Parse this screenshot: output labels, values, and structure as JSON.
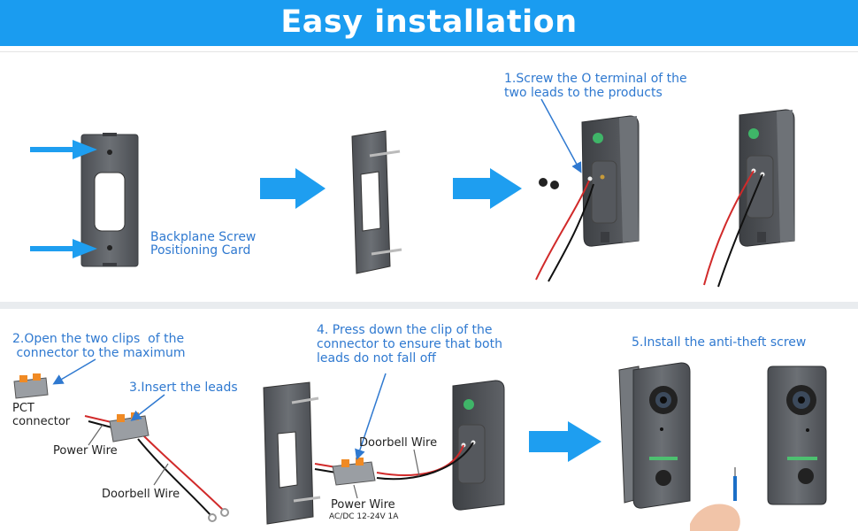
{
  "title": "Easy installation",
  "step0": {
    "label": "Backplane Screw\nPositioning Card"
  },
  "step1": {
    "caption": "1.Screw the O terminal of the\ntwo leads to the products"
  },
  "step2": {
    "caption": "2.Open the two clips  of the\n connector to the maximum",
    "connector_label": "PCT\nconnector"
  },
  "step3": {
    "caption": "3.Insert the leads",
    "power_wire": "Power Wire",
    "doorbell_wire": "Doorbell Wire"
  },
  "step4": {
    "caption": "4. Press down the clip of the\nconnector to ensure that both\nleads do not fall off",
    "doorbell_wire": "Doorbell Wire",
    "power_wire": "Power Wire",
    "power_spec": "AC/DC 12-24V 1A"
  },
  "step5": {
    "caption": "5.Install the anti-theft screw"
  },
  "colors": {
    "banner": "#1a9cf0",
    "caption": "#2f79d0",
    "arrow": "#1e9ef0",
    "device": "#5e6166"
  }
}
